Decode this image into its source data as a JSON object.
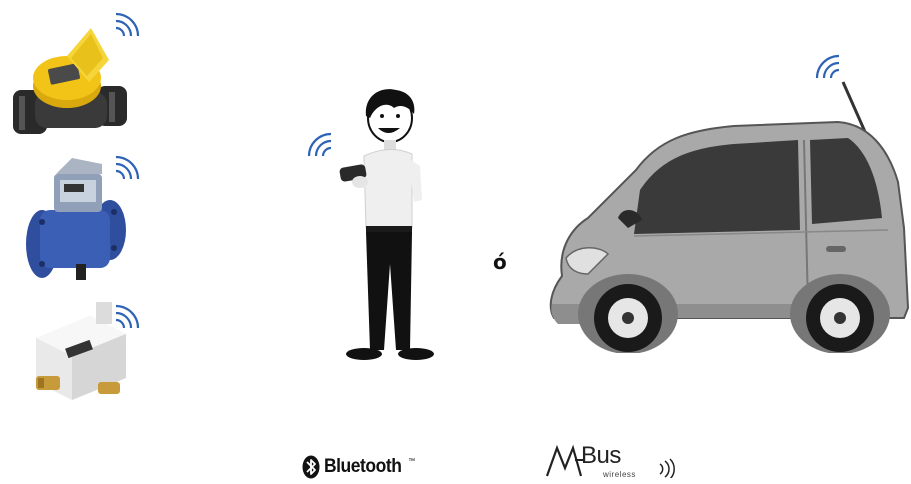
{
  "separator_text": "ó",
  "logos": {
    "bluetooth": {
      "text": "Bluetooth",
      "tm": "™"
    },
    "mbus": {
      "text": "Bus",
      "subtext": "wireless"
    }
  },
  "colors": {
    "signal": "#2f63b5",
    "meter_yellow": "#f2c417",
    "meter_blue": "#3a5fb5",
    "car_body": "#a9a9a9",
    "figure_dark": "#111111"
  },
  "icons": [
    "wifi-signal-icon",
    "water-meter-yellow",
    "water-meter-blue",
    "water-meter-white",
    "person-with-phone",
    "car-with-antenna",
    "bluetooth-icon",
    "mbus-wireless-icon"
  ]
}
